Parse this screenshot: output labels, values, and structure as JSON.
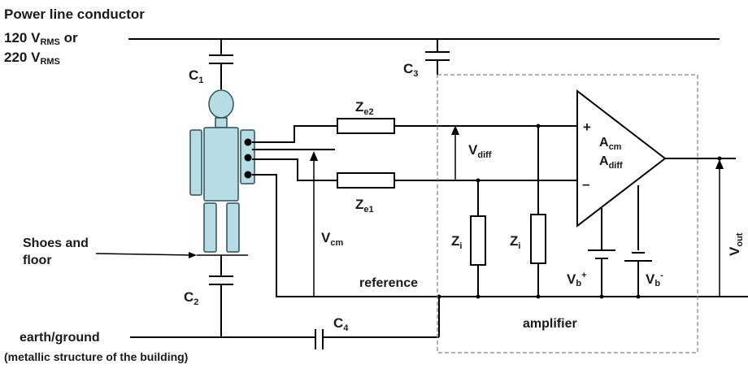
{
  "labels": {
    "power_line": "Power line conductor",
    "v120_prefix": "120 V",
    "v120_sub": "RMS",
    "v120_suffix": " or",
    "v220_prefix": "220 V",
    "v220_sub": "RMS",
    "c1": "C",
    "c1_sub": "1",
    "c2": "C",
    "c2_sub": "2",
    "c3": "C",
    "c3_sub": "3",
    "c4": "C",
    "c4_sub": "4",
    "ze2": "Z",
    "ze2_sub": "e2",
    "ze1": "Z",
    "ze1_sub": "e1",
    "vdiff": "V",
    "vdiff_sub": "diff",
    "vcm": "V",
    "vcm_sub": "cm",
    "zi_a": "Z",
    "zi_a_sub": "i",
    "zi_b": "Z",
    "zi_b_sub": "i",
    "acm": "A",
    "acm_sub": "cm",
    "adiff": "A",
    "adiff_sub": "diff",
    "plus": "+",
    "minus": "–",
    "vbp": "V",
    "vbp_sub": "b",
    "vbp_sup": "+",
    "vbm": "V",
    "vbm_sub": "b",
    "vbm_sup": "-",
    "vout": "V",
    "vout_sub": "out",
    "shoes_line1": "Shoes and",
    "shoes_line2": "floor",
    "reference": "reference",
    "amplifier": "amplifier",
    "earth": "earth/ground",
    "metallic": "(metallic structure of the building)"
  },
  "colors": {
    "body_fill": "#b7dde4",
    "body_stroke": "#2f4f5a",
    "wire": "#000000",
    "text": "#1a1a1a",
    "box_dash": "#808080"
  }
}
